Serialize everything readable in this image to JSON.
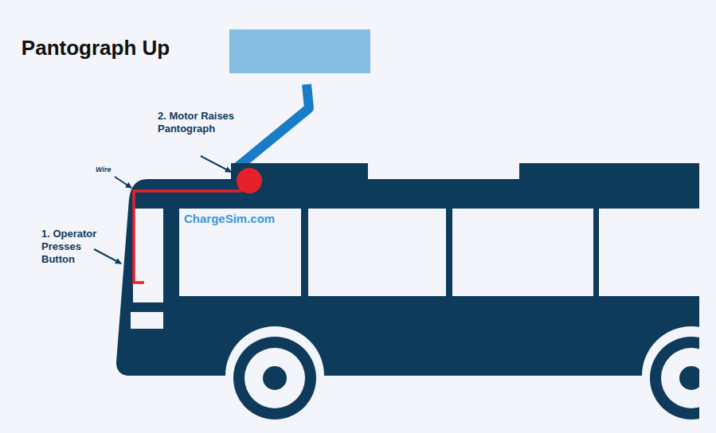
{
  "diagram": {
    "title": "Pantograph Up",
    "labels": [
      "2. Motor Raises Pantograph",
      "Wire",
      "1. Operator Presses Button",
      "ChargeSim.com"
    ]
  }
}
